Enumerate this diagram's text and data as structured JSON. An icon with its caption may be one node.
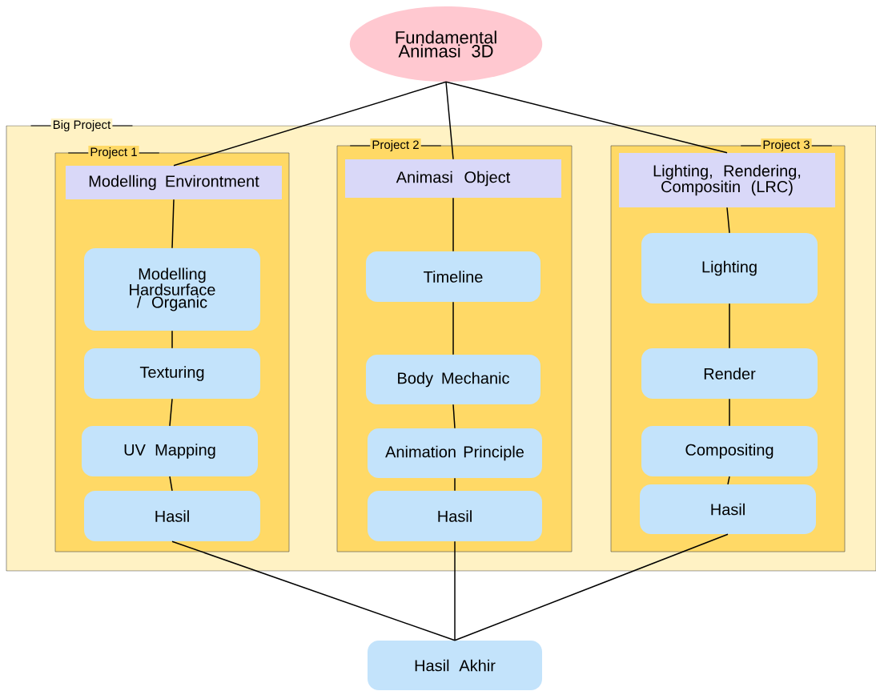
{
  "diagram": {
    "nodes": [
      {
        "text": [
          "Fundamental Animasi 3D"
        ]
      },
      {
        "text": [
          "Big Project"
        ]
      },
      {
        "text": [
          "Project 1"
        ],
        "in": 1
      },
      {
        "text": [
          "Modelling Environtment"
        ],
        "in": 2
      },
      {
        "text": [
          "Modelling Hardsurface / Organic"
        ],
        "in": 2
      },
      {
        "text": [
          "Texturing"
        ],
        "in": 2
      },
      {
        "text": [
          "UV Mapping"
        ],
        "in": 2
      },
      {
        "text": [
          "Hasil"
        ],
        "in": 2
      },
      {
        "text": [
          "Project 2"
        ],
        "in": 1
      },
      {
        "text": [
          "Animasi Object"
        ],
        "in": 8
      },
      {
        "text": [
          "Timeline"
        ],
        "in": 8
      },
      {
        "text": [
          "Body Mechanic"
        ],
        "in": 8
      },
      {
        "text": [
          "Animation Principle"
        ],
        "in": 8
      },
      {
        "text": [
          "Hasil"
        ],
        "in": 8
      },
      {
        "text": [
          "Project 3"
        ],
        "in": 1
      },
      {
        "text": [
          "Lighting, Rendering, Compositin (LRC)"
        ],
        "in": 14
      },
      {
        "text": [
          "Lighting"
        ],
        "in": 14
      },
      {
        "text": [
          "Render"
        ],
        "in": 14
      },
      {
        "text": [
          "Compositing"
        ],
        "in": 14
      },
      {
        "text": [
          "Hasil"
        ],
        "in": 14
      },
      {
        "text": [
          "Hasil Akhir"
        ]
      }
    ],
    "edges": [
      {
        "from": 0,
        "to": 3,
        "arrow": "none"
      },
      {
        "from": 0,
        "to": 9,
        "arrow": "none"
      },
      {
        "from": 0,
        "to": 15,
        "arrow": "none"
      },
      {
        "from": 3,
        "to": 4,
        "arrow": "none"
      },
      {
        "from": 4,
        "to": 5,
        "arrow": "none"
      },
      {
        "from": 5,
        "to": 6,
        "arrow": "none"
      },
      {
        "from": 6,
        "to": 7,
        "arrow": "none"
      },
      {
        "from": 9,
        "to": 10,
        "arrow": "none"
      },
      {
        "from": 10,
        "to": 11,
        "arrow": "none"
      },
      {
        "from": 11,
        "to": 12,
        "arrow": "none"
      },
      {
        "from": 12,
        "to": 13,
        "arrow": "none"
      },
      {
        "from": 15,
        "to": 16,
        "arrow": "none"
      },
      {
        "from": 16,
        "to": 17,
        "arrow": "none"
      },
      {
        "from": 17,
        "to": 18,
        "arrow": "none"
      },
      {
        "from": 18,
        "to": 19,
        "arrow": "none"
      },
      {
        "from": 7,
        "to": 20,
        "arrow": "none"
      },
      {
        "from": 13,
        "to": 20,
        "arrow": "none"
      },
      {
        "from": 19,
        "to": 20,
        "arrow": "none"
      }
    ]
  }
}
